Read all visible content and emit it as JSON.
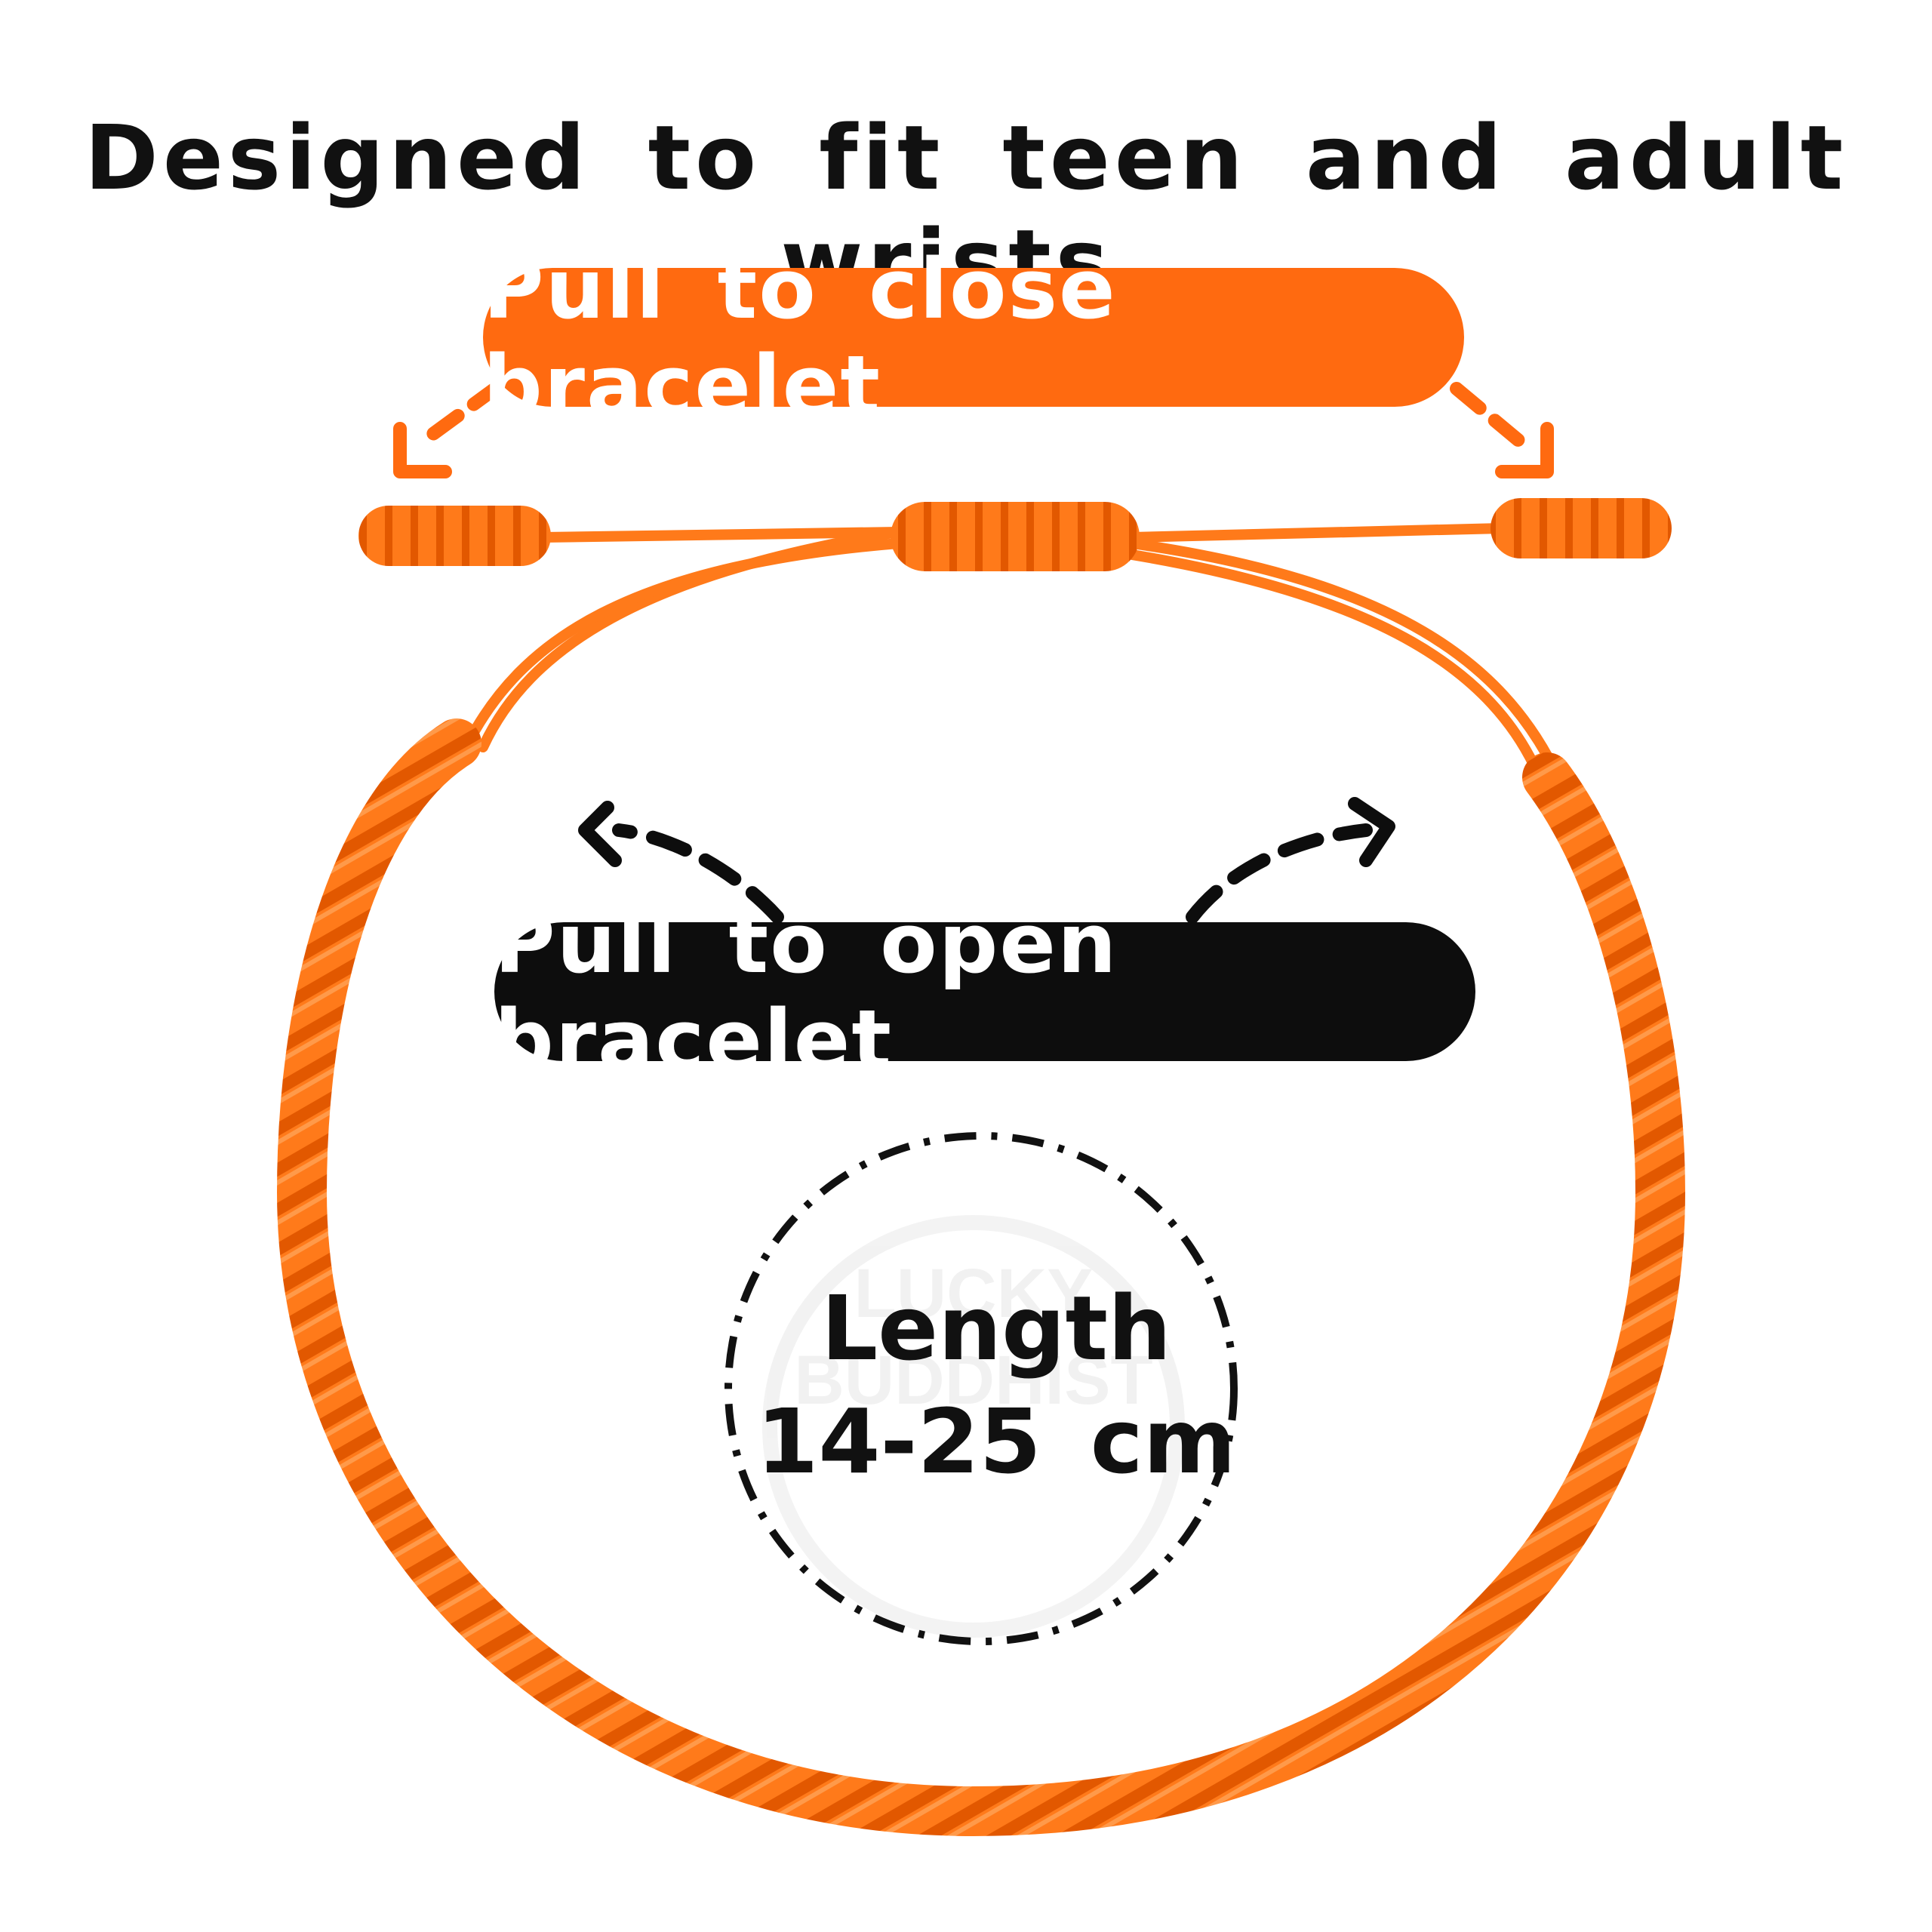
{
  "headline": "Designed to fit teen and adult wrists.",
  "close_label": "Pull to close bracelet",
  "open_label": "Pull to open bracelet",
  "length_label": "Length",
  "length_value": "14-25 cm",
  "watermark": "LUCKY BUDDHIST",
  "colors": {
    "accent_orange": "#ff6a10",
    "cord_orange": "#ff7a1a",
    "cord_dark": "#e25800",
    "dark": "#0d0d0d",
    "background": "#ffffff"
  },
  "icons": [
    "dashed-arrow-down-left-icon",
    "dashed-arrow-down-right-icon",
    "dashed-arrow-up-left-icon",
    "dashed-arrow-up-right-icon"
  ]
}
